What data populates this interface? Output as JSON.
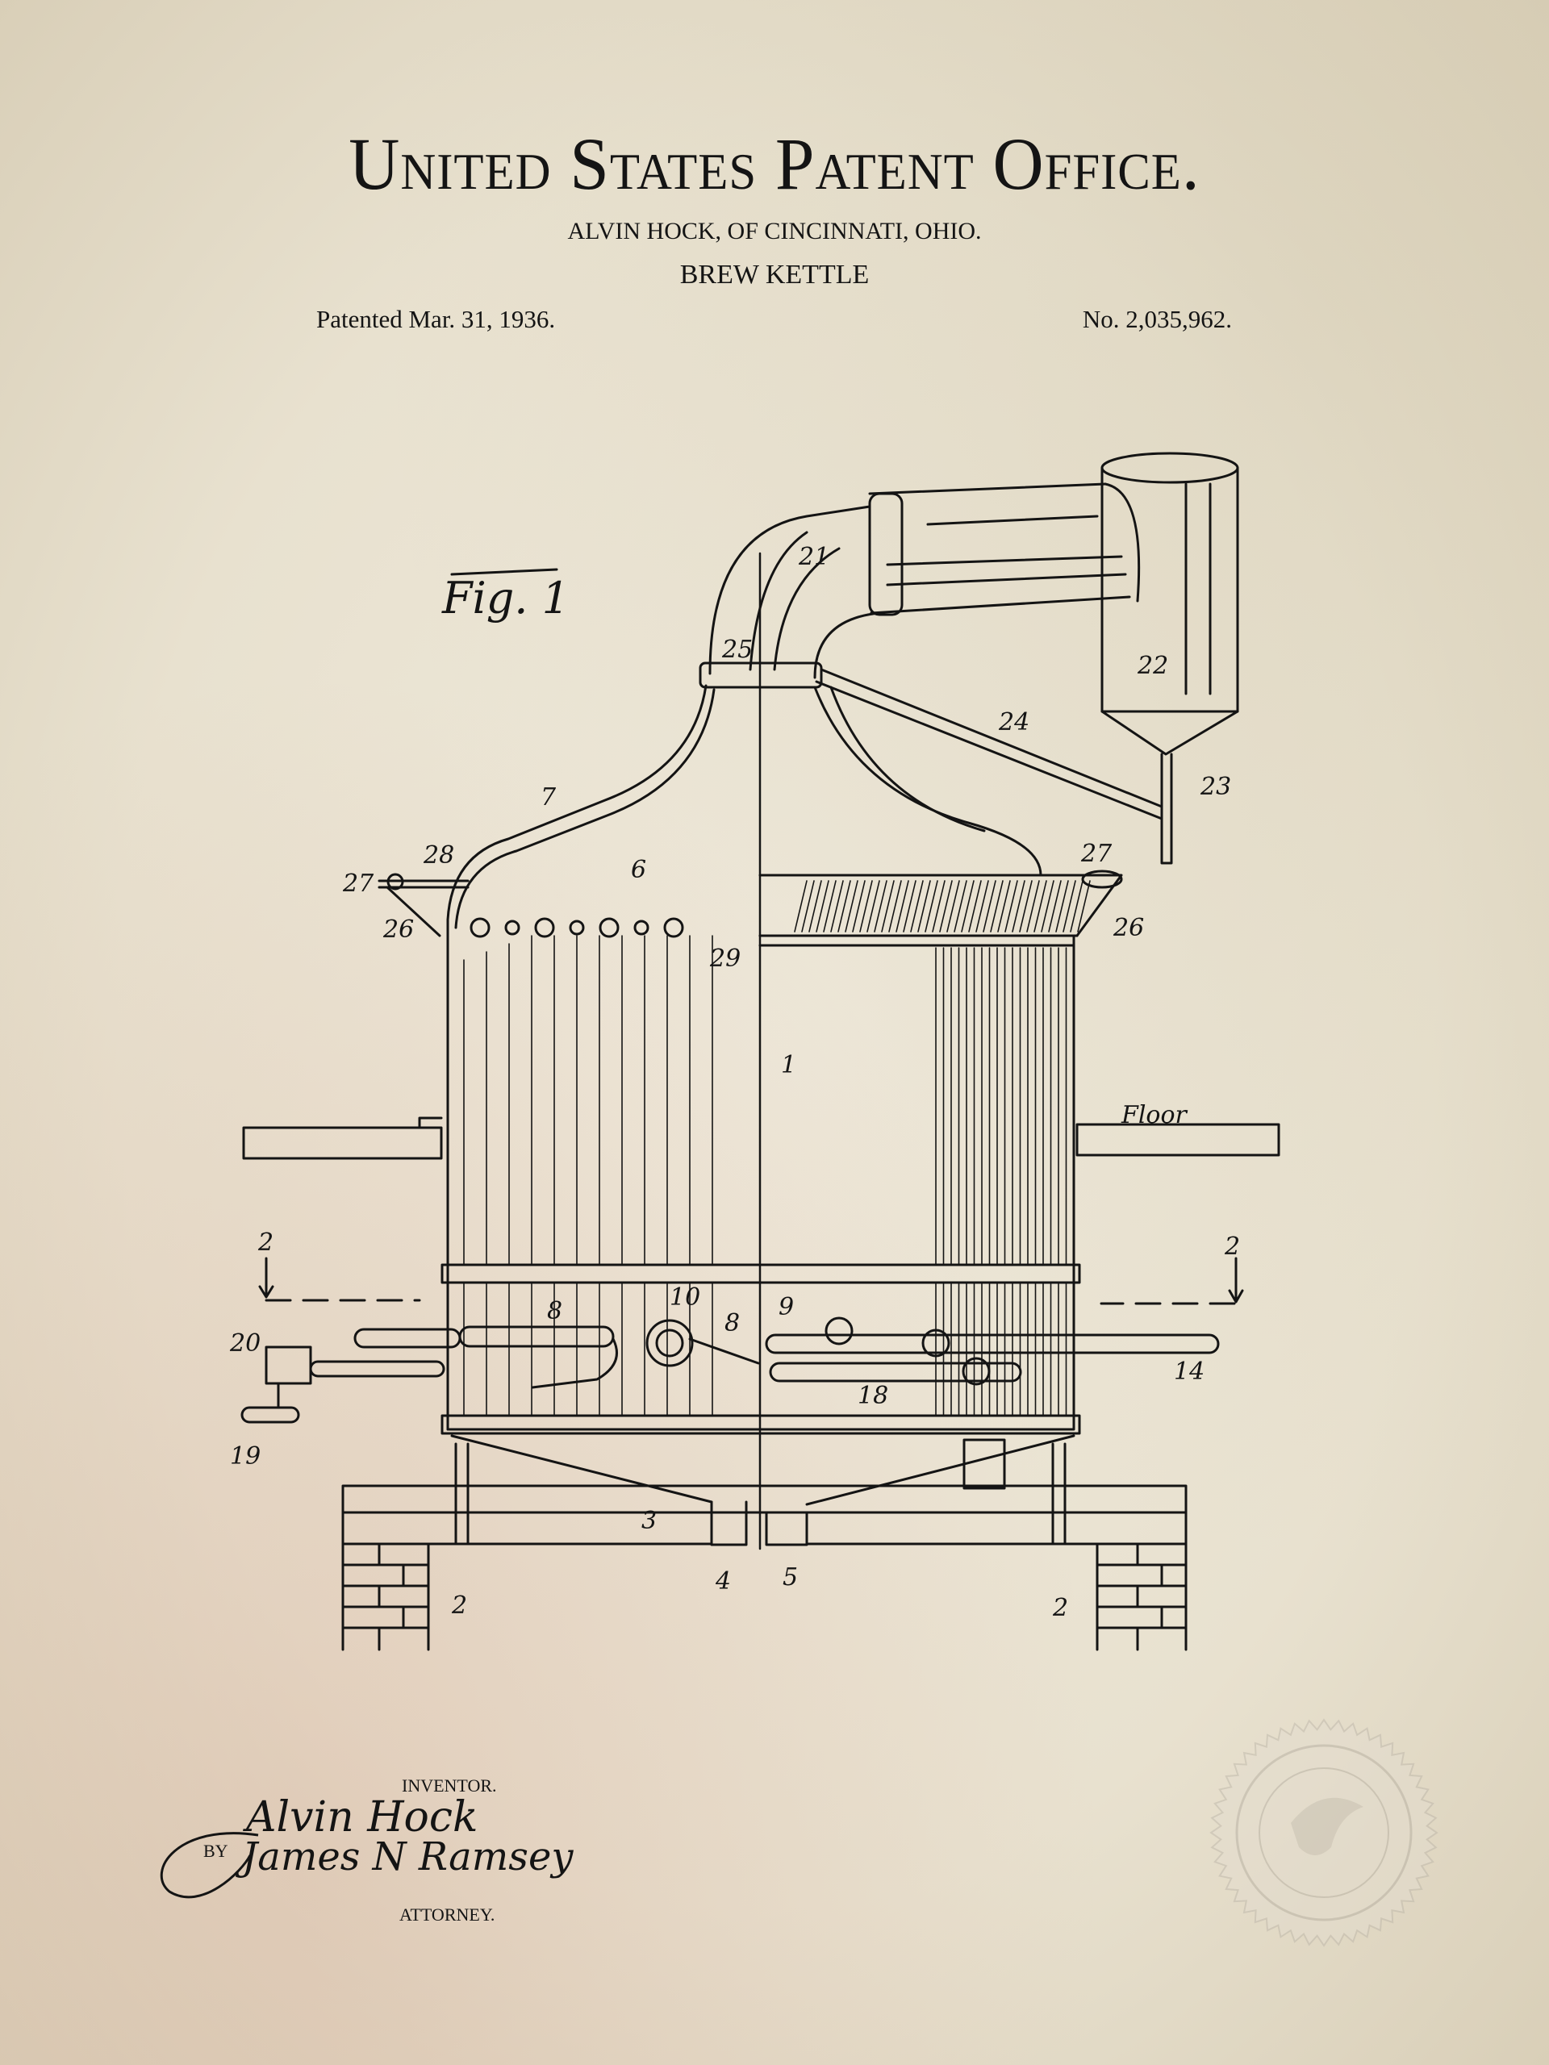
{
  "header": {
    "title": "United States Patent Office.",
    "inventor_line": "ALVIN HOCK, OF CINCINNATI, OHIO.",
    "invention": "BREW KETTLE",
    "patented": "Patented Mar. 31, 1936.",
    "number": "No. 2,035,962."
  },
  "figure": {
    "caption": "Fig. 1",
    "floor_label": "Floor",
    "labels": [
      "21",
      "22",
      "23",
      "24",
      "25",
      "27",
      "28",
      "26",
      "7",
      "6",
      "29",
      "1",
      "2",
      "2",
      "20",
      "19",
      "8",
      "10",
      "8",
      "9",
      "18",
      "14",
      "3",
      "4",
      "5",
      "2",
      "2",
      "27",
      "26"
    ]
  },
  "signature": {
    "inventor_caption": "INVENTOR.",
    "inventor_signature": "Alvin Hock",
    "by": "BY",
    "attorney_signature": "James N Ramsey",
    "attorney_caption": "ATTORNEY."
  },
  "colors": {
    "ink": "#141414",
    "paper": "#ebe4d3"
  }
}
